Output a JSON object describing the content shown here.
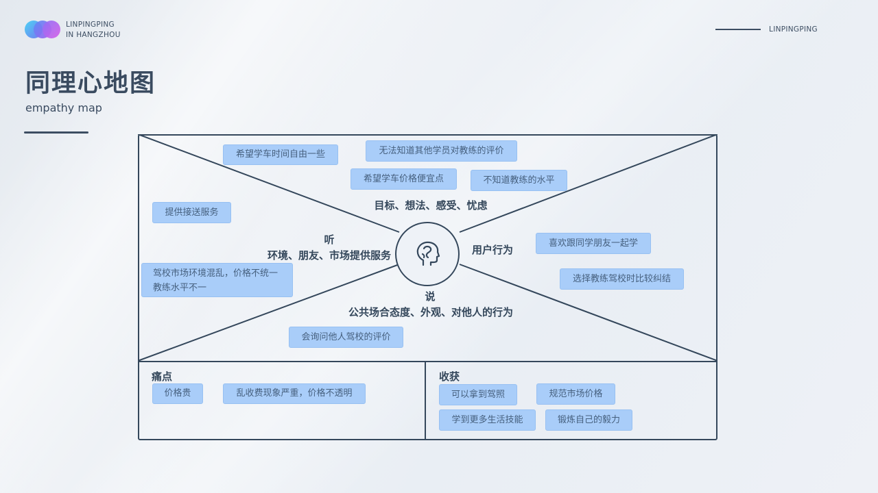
{
  "header": {
    "brand_line1": "LINPINGPING",
    "brand_line2": "IN HANGZHOU",
    "right_label": "LINPINGPING"
  },
  "page": {
    "title": "同理心地图",
    "subtitle": "empathy map"
  },
  "map": {
    "think": {
      "label": "目标、想法、感受、忧虑",
      "notes": [
        "希望学车时间自由一些",
        "无法知道其他学员对教练的评价",
        "希望学车价格便宜点",
        "不知道教练的水平"
      ]
    },
    "hear": {
      "label_line1": "听",
      "label_line2": "环境、朋友、市场提供服务",
      "notes": [
        "提供接送服务",
        "驾校市场环境混乱，价格不统一教练水平不一"
      ]
    },
    "do": {
      "label": "用户行为",
      "notes": [
        "喜欢跟同学朋友一起学",
        "选择教练驾校时比较纠结"
      ]
    },
    "say": {
      "label_line1": "说",
      "label_line2": "公共场合态度、外观、对他人的行为",
      "notes": [
        "会询问他人驾校的评价"
      ]
    },
    "center_icon": "head-profile-icon"
  },
  "pain": {
    "label": "痛点",
    "notes": [
      "价格贵",
      "乱收费现象严重，价格不透明"
    ]
  },
  "gain": {
    "label": "收获",
    "notes": [
      "可以拿到驾照",
      "规范市场价格",
      "学到更多生活技能",
      "锻炼自己的毅力"
    ]
  },
  "colors": {
    "note_bg": "#a9cdf9",
    "line": "#34475b",
    "text": "#3a4b60"
  }
}
